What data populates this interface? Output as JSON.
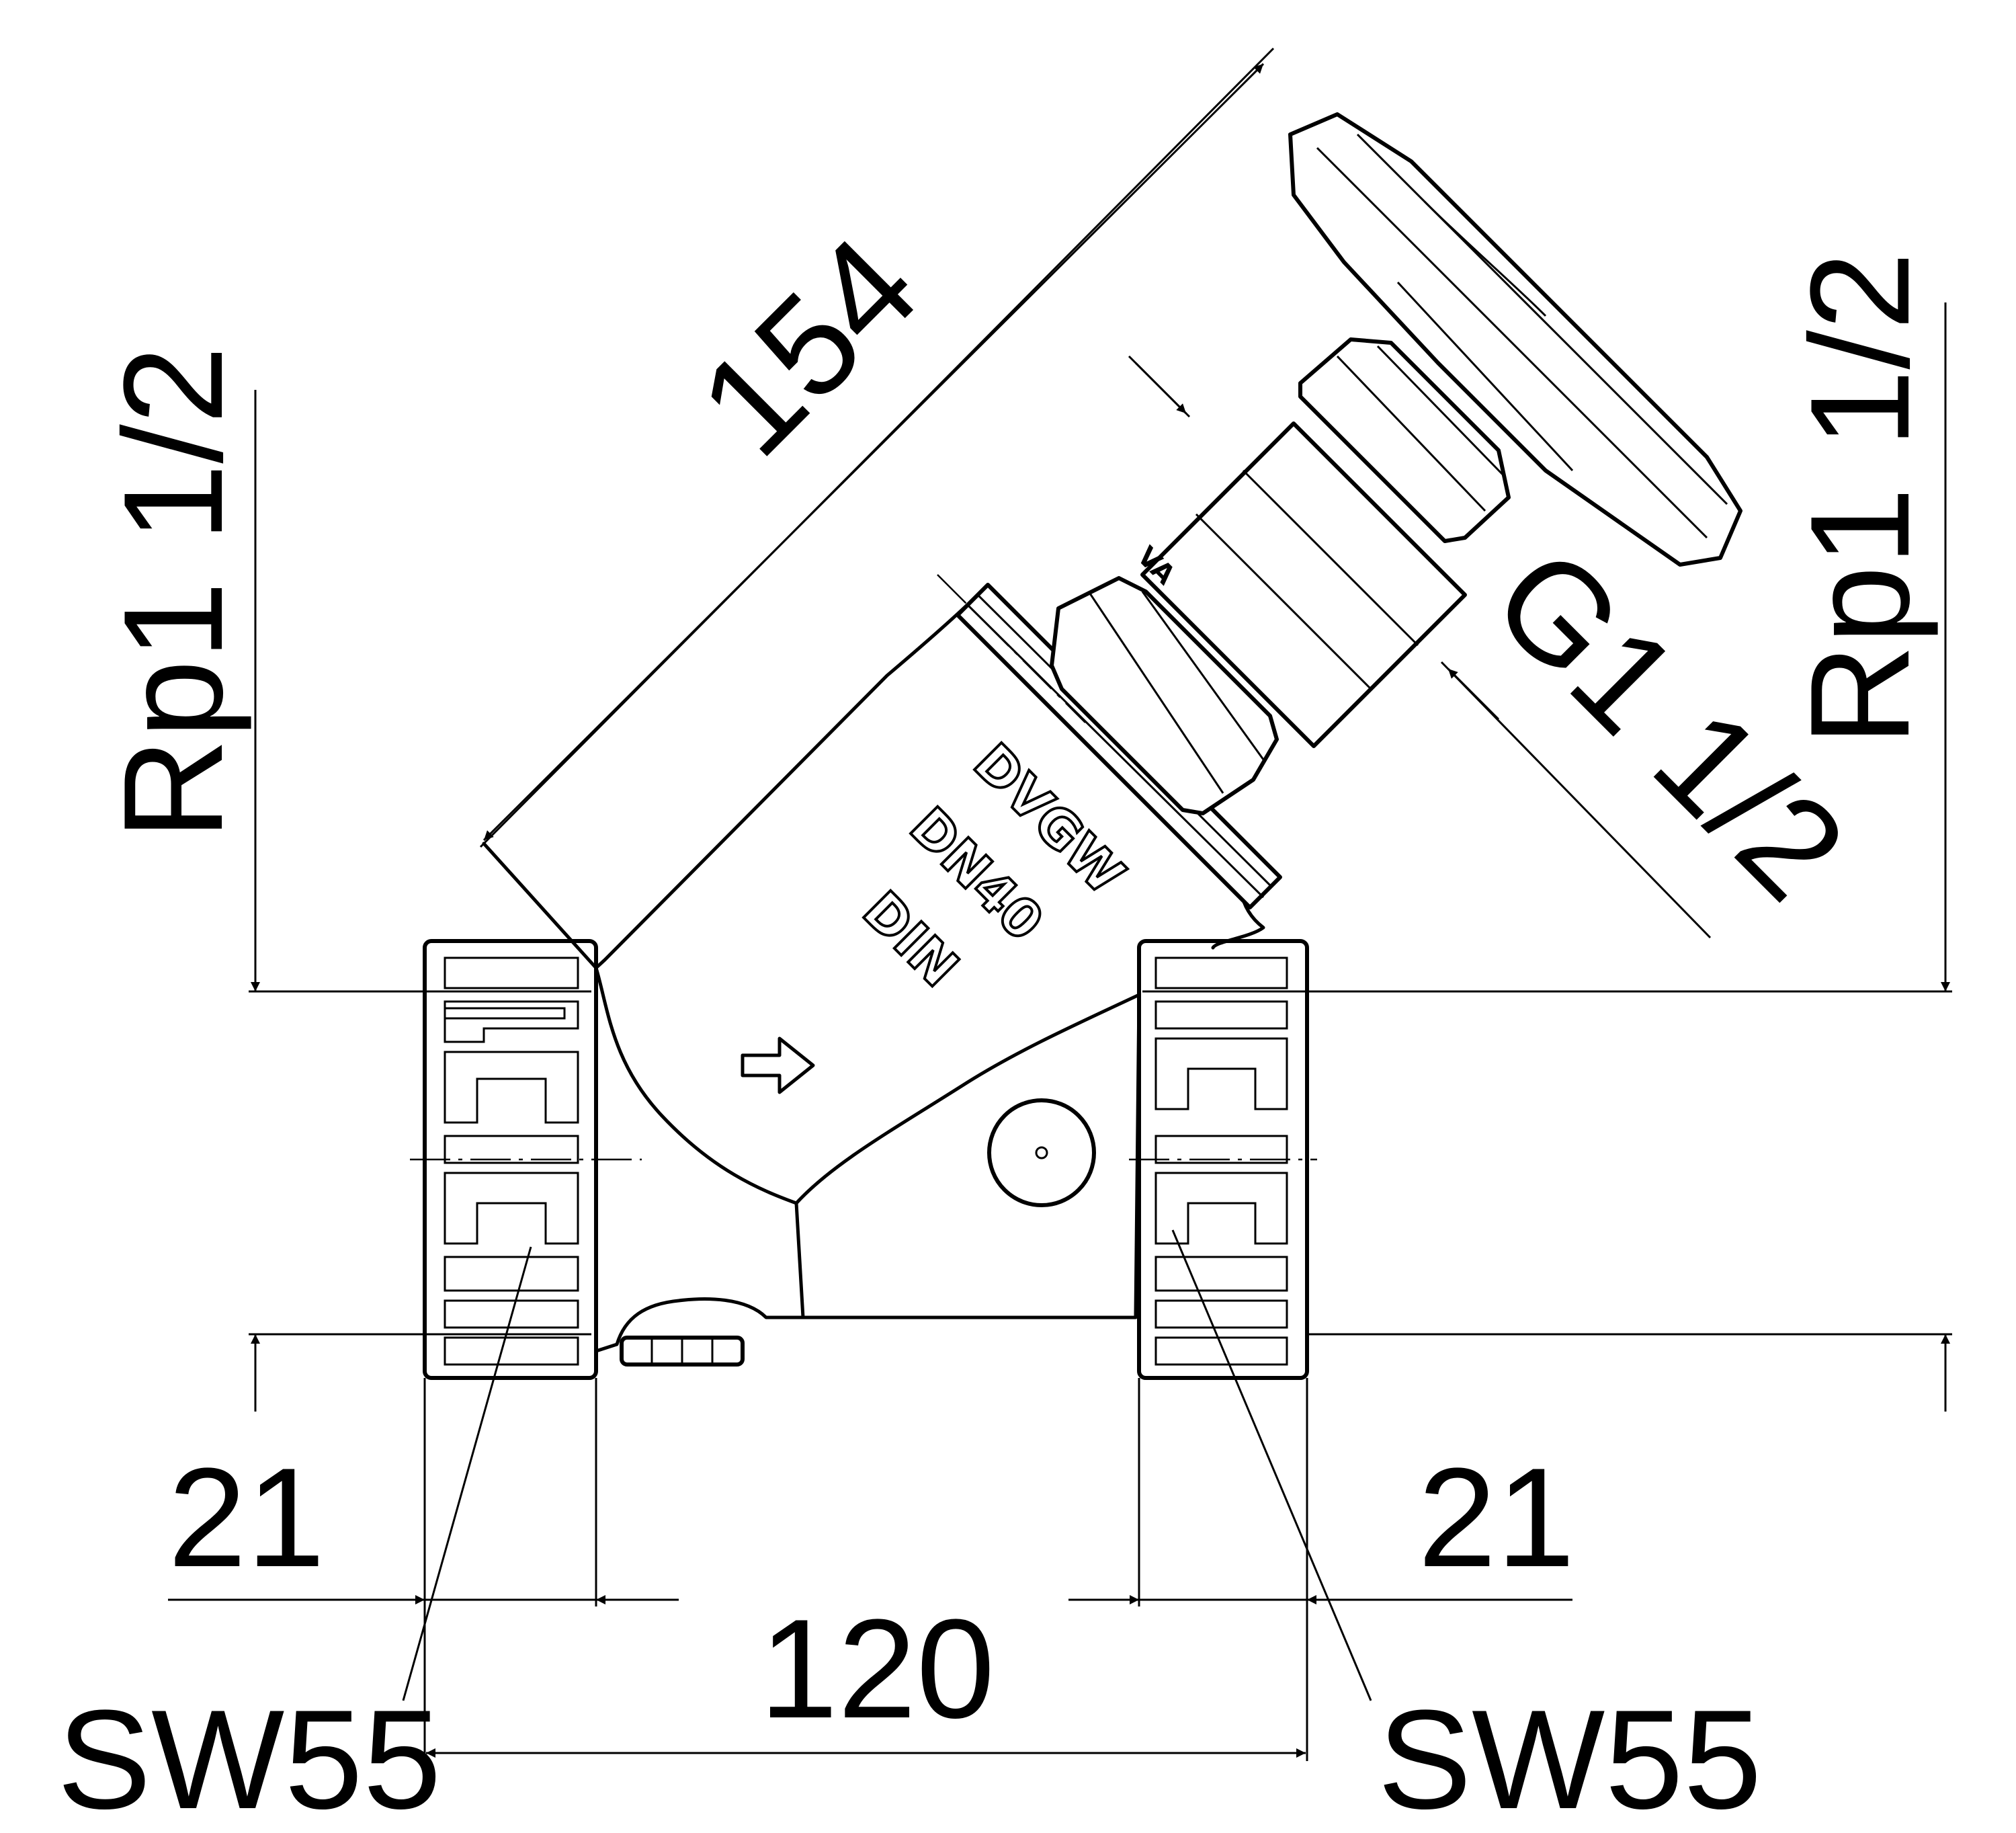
{
  "drawing": {
    "dimensions": {
      "overall_length": "154",
      "left_thread": "Rp1 1/2",
      "right_thread": "Rp1 1/2",
      "bonnet_thread": "G1 1/2",
      "left_engagement": "21",
      "right_engagement": "21",
      "face_to_face": "120",
      "left_wrench": "SW55",
      "right_wrench": "SW55"
    },
    "body_markings": {
      "brand": "DVGW",
      "size": "DN40",
      "standard": "DIN",
      "spindle_mark": "VA"
    }
  }
}
